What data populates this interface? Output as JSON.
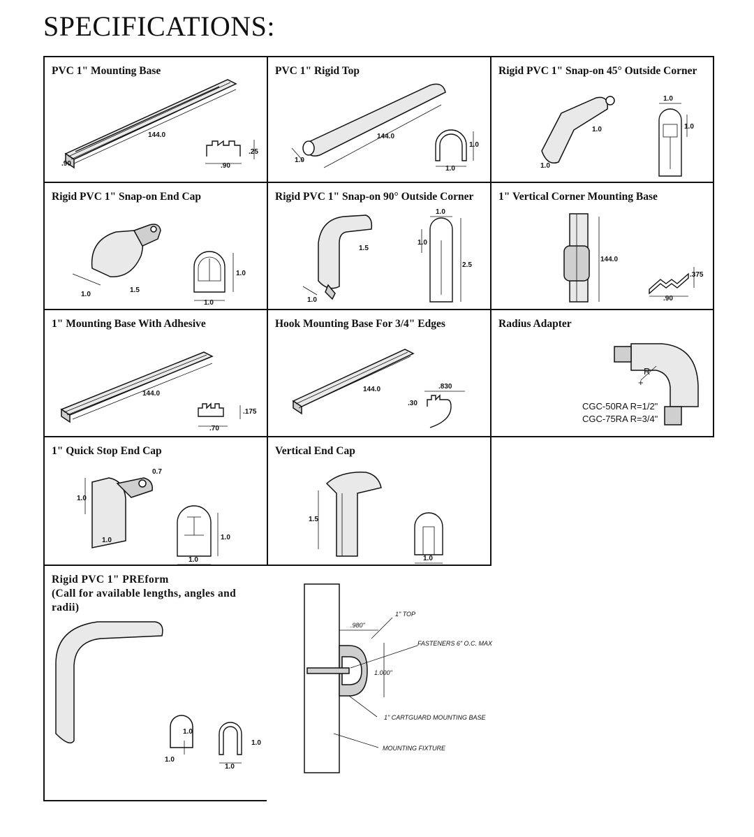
{
  "page": {
    "title": "SPECIFICATIONS:"
  },
  "cells": [
    {
      "title": "PVC 1\" Mounting Base",
      "dims": [
        ".90",
        "144.0",
        ".90",
        ".25"
      ]
    },
    {
      "title": "PVC 1\" Rigid Top",
      "dims": [
        "1.0",
        "144.0",
        "1.0",
        "1.0"
      ]
    },
    {
      "title": "Rigid PVC 1\" Snap-on 45° Outside Corner",
      "dims": [
        "1.0",
        "1.0",
        "1.0",
        "1.0"
      ]
    },
    {
      "title": "Rigid PVC 1\" Snap-on End Cap",
      "dims": [
        "1.0",
        "1.5",
        "1.0",
        "1.0"
      ]
    },
    {
      "title": "Rigid PVC 1\" Snap-on 90° Outside Corner",
      "dims": [
        "1.0",
        "1.5",
        "1.0",
        "1.0",
        "2.5"
      ]
    },
    {
      "title": "1\" Vertical Corner Mounting Base",
      "dims": [
        "144.0",
        ".375",
        ".90"
      ]
    },
    {
      "title": "1\" Mounting Base With Adhesive",
      "dims": [
        "144.0",
        ".175",
        ".70"
      ]
    },
    {
      "title": "Hook Mounting Base For 3/4\" Edges",
      "dims": [
        "144.0",
        ".830",
        ".30"
      ]
    },
    {
      "title": "Radius Adapter",
      "dims": [
        "R"
      ],
      "models": [
        "CGC-50RA  R=1/2\"",
        "CGC-75RA  R=3/4\""
      ]
    },
    {
      "title": "1\" Quick Stop End Cap",
      "dims": [
        "0.7",
        "1.0",
        "1.0",
        "1.0",
        "1.0"
      ]
    },
    {
      "title": "Vertical End Cap",
      "dims": [
        "1.5",
        "1.0"
      ]
    },
    {
      "title": "Rigid PVC 1\" PREform\n(Call for available lengths, angles and radii)",
      "dims": [
        "1.0",
        "1.0",
        "1.0",
        "1.0"
      ]
    }
  ],
  "install_diagram": {
    "labels": [
      ".980\"",
      "1\" TOP",
      "FASTENERS\n6\" O.C. MAX",
      "1.000\"",
      "1\" CARTGUARD MOUNTING BASE",
      "MOUNTING FIXTURE"
    ]
  }
}
